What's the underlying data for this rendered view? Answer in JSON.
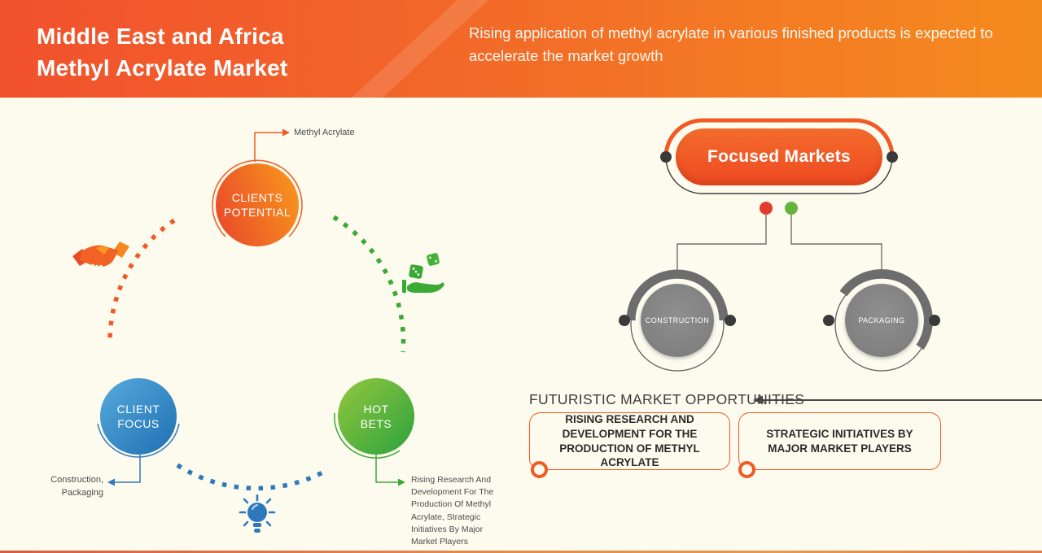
{
  "header": {
    "title_lines": [
      "Middle East and Africa",
      "Methyl Acrylate Market"
    ],
    "subtitle": "Rising application of methyl acrylate in various finished products is expected to accelerate the market growth"
  },
  "cycle": {
    "clients_potential": {
      "label_line1": "CLIENTS",
      "label_line2": "POTENTIAL",
      "callout": "Methyl Acrylate"
    },
    "client_focus": {
      "label_line1": "CLIENT",
      "label_line2": "FOCUS",
      "callout_line1": "Construction,",
      "callout_line2": "Packaging"
    },
    "hot_bets": {
      "label_line1": "HOT",
      "label_line2": "BETS",
      "callout": "Rising Research And Development For The Production Of Methyl Acrylate, Strategic Initiatives By Major Market Players"
    },
    "icons": [
      "handshake",
      "hand-with-dice",
      "lightbulb"
    ]
  },
  "focused_markets": {
    "title": "Focused Markets",
    "nodes": [
      "CONSTRUCTION",
      "PACKAGING"
    ]
  },
  "opportunities": {
    "heading": "FUTURISTIC MARKET OPPORTUNITIES",
    "items": [
      "RISING RESEARCH AND DEVELOPMENT FOR THE PRODUCTION OF METHYL ACRYLATE",
      "STRATEGIC INITIATIVES BY MAJOR MARKET PLAYERS"
    ]
  },
  "colors": {
    "header_gradient_left": "#f1512c",
    "header_gradient_right": "#f58b1e",
    "accent_orange": "#f15a24",
    "accent_green": "#3aaa35",
    "accent_blue": "#2e79bc",
    "node_gray": "#7f7f7f",
    "dark_dot": "#3a3a3a",
    "marker_red": "#e33b2e",
    "marker_green": "#64b43e",
    "background": "#fdfaee"
  }
}
